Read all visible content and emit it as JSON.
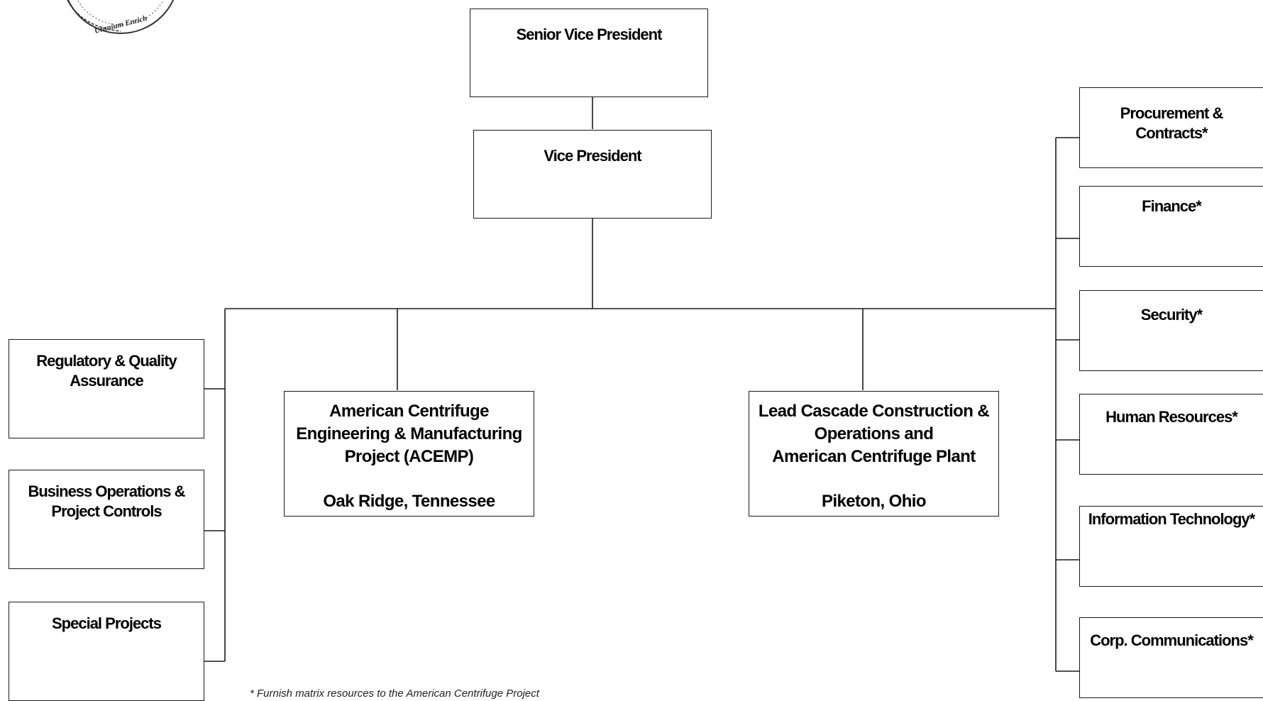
{
  "logo": {
    "text": "Advanced Uranium Enrichment"
  },
  "org_chart": {
    "senior_vp": "Senior Vice President",
    "vp": "Vice President",
    "acemp": {
      "title": "American Centrifuge\nEngineering & Manufacturing\nProject (ACEMP)",
      "location": "Oak Ridge, Tennessee"
    },
    "lead_cascade": {
      "title": "Lead Cascade Construction &\nOperations and\nAmerican Centrifuge Plant",
      "location": "Piketon, Ohio"
    },
    "left_units": [
      "Regulatory & Quality\nAssurance",
      "Business Operations &\nProject Controls",
      "Special Projects"
    ],
    "right_units": [
      "Procurement & Contracts*",
      "Finance*",
      "Security*",
      "Human Resources*",
      "Information Technology*",
      "Corp. Communications*"
    ]
  },
  "footnote": "* Furnish matrix resources to the American Centrifuge Project"
}
